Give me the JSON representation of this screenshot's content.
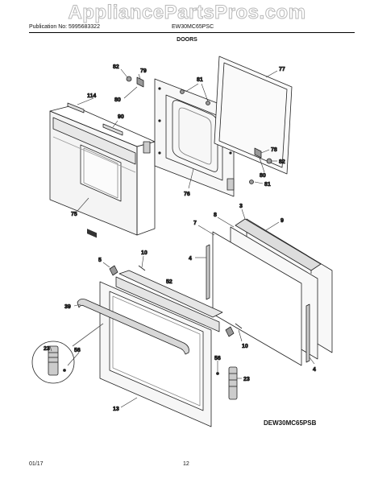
{
  "header": {
    "watermark": "AppliancePartsPros.com",
    "publication": "Publication No: 5995683322",
    "model": "EW30MC65PSC",
    "section_title": "DOORS"
  },
  "diagram": {
    "id": "DEW30MC65PSB",
    "callouts": [
      "82",
      "79",
      "80",
      "81",
      "77",
      "114",
      "90",
      "78",
      "82",
      "80",
      "81",
      "76",
      "75",
      "3",
      "7",
      "8",
      "9",
      "10",
      "5",
      "4",
      "52",
      "39",
      "23",
      "56",
      "10",
      "56",
      "23",
      "13",
      "4"
    ]
  },
  "footer": {
    "date": "01/17",
    "page": "12"
  }
}
